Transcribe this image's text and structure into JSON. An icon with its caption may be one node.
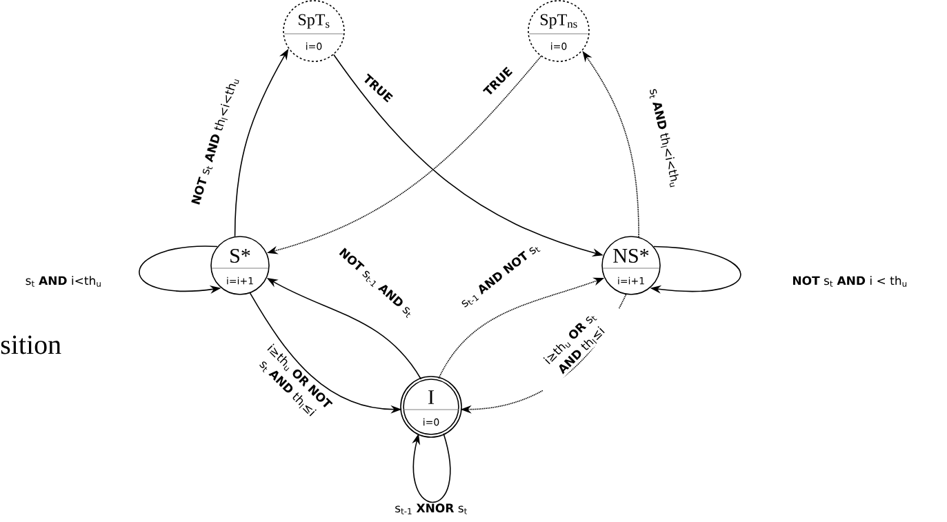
{
  "diagram": {
    "nodes": [
      {
        "text": [
          "SpT$_{s}$",
          "i=0"
        ]
      },
      {
        "text": [
          "SpT$_{ns}$",
          "i=0"
        ]
      },
      {
        "text": [
          "S*",
          "i=i+1"
        ]
      },
      {
        "text": [
          "NS*",
          "i=i+1"
        ]
      },
      {
        "text": [
          "I",
          "i=0"
        ]
      }
    ],
    "edges": [
      {
        "from": 2,
        "to": 0,
        "arrow": "to",
        "label": "**NOT** s$_{t}$ **AND** th$_{l}$<i<th$_{u}$"
      },
      {
        "from": 0,
        "to": 3,
        "arrow": "to",
        "label": "**TRUE**"
      },
      {
        "from": 1,
        "to": 2,
        "arrow": "to",
        "label": "**TRUE**",
        "style": "dashed"
      },
      {
        "from": 3,
        "to": 1,
        "arrow": "to",
        "label": "s$_{t}$ **AND** th$_{l}$<i<th$_{u}$",
        "style": "dashed"
      },
      {
        "from": 2,
        "to": 2,
        "arrow": "to",
        "label": "s$_{t}$ **AND** i<th$_{u}$"
      },
      {
        "from": 3,
        "to": 3,
        "arrow": "to",
        "label": "**NOT** s$_{t}$ **AND** i  < th$_{u}$"
      },
      {
        "from": 4,
        "to": 2,
        "arrow": "to",
        "label": "**NOT** s$_{t-1}$ **AND** s$_{t}$"
      },
      {
        "from": 4,
        "to": 3,
        "arrow": "to",
        "label": "s$_{t-1}$ **AND NOT** s$_{t}$",
        "style": "dashed"
      },
      {
        "from": 2,
        "to": 4,
        "arrow": "to",
        "label": "i≥th$_{u}$ **OR NOT** s$_{t}$ **AND** th$_{l}$≤i"
      },
      {
        "from": 3,
        "to": 4,
        "arrow": "to",
        "label": "i≥th$_{u}$ **OR** s$_{t}$ **AND** th$_{l}$≤i",
        "style": "dashed"
      },
      {
        "from": 4,
        "to": 4,
        "arrow": "to",
        "label": "s$_{t-1}$ **XNOR** s$_{t}$"
      }
    ],
    "labels": [
      "sition"
    ]
  }
}
